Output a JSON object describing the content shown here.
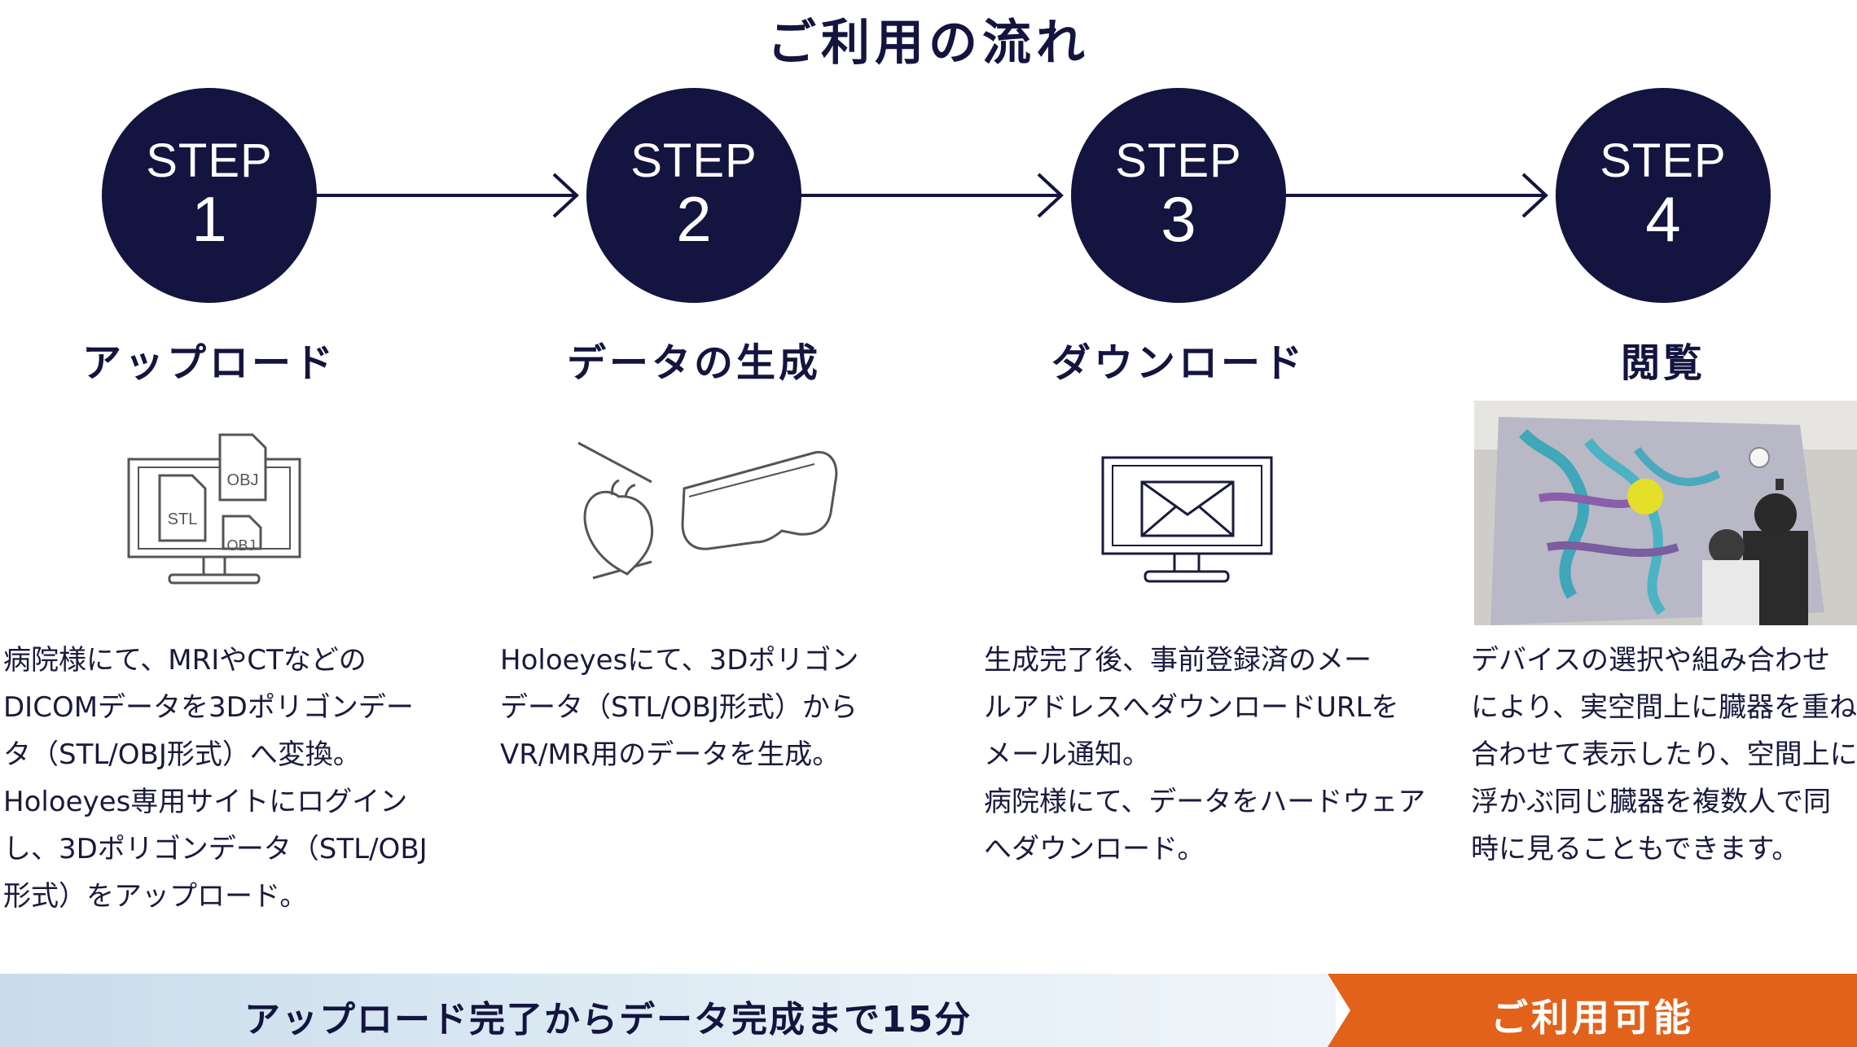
{
  "title": "ご利用の流れ",
  "steps": [
    {
      "label": "STEP",
      "number": "1",
      "title": "アップロード",
      "desc": [
        "病院様にて、MRIやCTなどの",
        "DICOMデータを3Dポリゴンデー",
        "タ（STL/OBJ形式）へ変換。",
        "Holoeyes専用サイトにログイン",
        "し、3Dポリゴンデータ（STL/OBJ",
        "形式）をアップロード。"
      ],
      "icon_texts": [
        "OBJ",
        "STL",
        "OBJ"
      ]
    },
    {
      "label": "STEP",
      "number": "2",
      "title": "データの生成",
      "desc": [
        "Holoeyesにて、3Dポリゴン",
        "データ（STL/OBJ形式）から",
        "VR/MR用のデータを生成。"
      ]
    },
    {
      "label": "STEP",
      "number": "3",
      "title": "ダウンロード",
      "desc": [
        "生成完了後、事前登録済のメー",
        "ルアドレスへダウンロードURLを",
        "メール通知。",
        "病院様にて、データをハードウェア",
        "へダウンロード。"
      ]
    },
    {
      "label": "STEP",
      "number": "4",
      "title": "閲覧",
      "desc": [
        "デバイスの選択や組み合わせ",
        "により、実空間上に臓器を重ね",
        "合わせて表示したり、空間上に",
        "浮かぶ同じ臓器を複数人で同",
        "時に見ることもできます。"
      ]
    }
  ],
  "footer": {
    "left_text": "アップロード完了からデータ完成まで15分",
    "right_text": "ご利用可能"
  },
  "colors": {
    "navy": "#141440",
    "orange": "#e2621b",
    "light_blue": "#c8dcea"
  }
}
